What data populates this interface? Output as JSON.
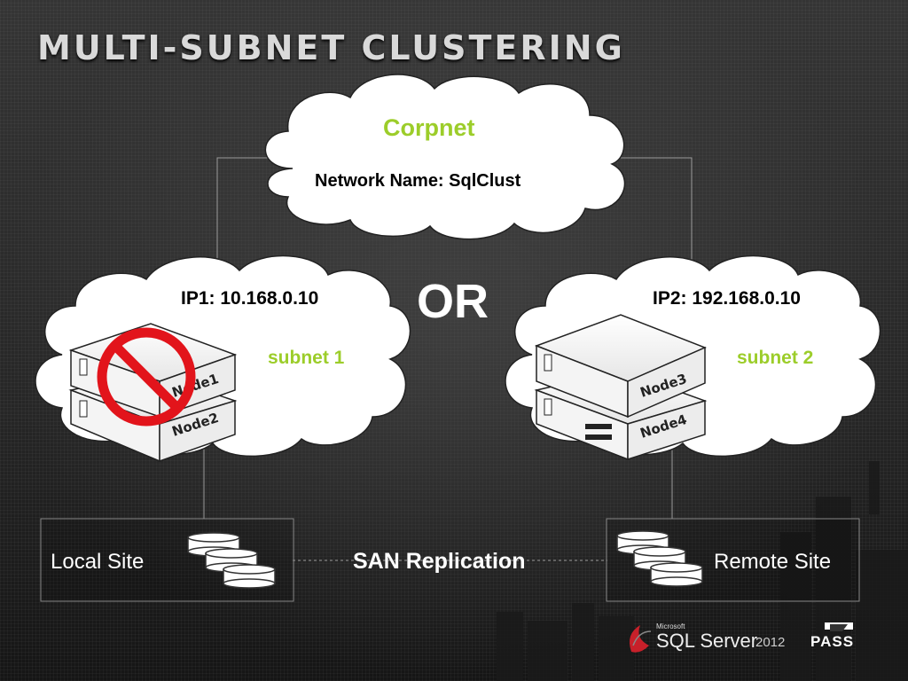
{
  "title": "MULTI-SUBNET CLUSTERING",
  "corpnet": {
    "title": "Corpnet",
    "network_name": "Network Name: SqlClust"
  },
  "or_label": "OR",
  "subnet_left": {
    "ip": "IP1: 10.168.0.10",
    "subnet": "subnet 1",
    "nodes": [
      "Node1",
      "Node2"
    ],
    "status": "failed (prohibited sign)"
  },
  "subnet_right": {
    "ip": "IP2: 192.168.0.10",
    "subnet": "subnet 2",
    "nodes": [
      "Node3",
      "Node4"
    ]
  },
  "local_site": "Local Site",
  "remote_site": "Remote Site",
  "replication": "SAN Replication",
  "logo": {
    "microsoft": "Microsoft",
    "product": "SQL Server",
    "year": "2012",
    "pass": "PASS"
  },
  "colors": {
    "accent_green": "#9ccd2a",
    "prohibited_red": "#e2141b",
    "cloud_fill": "#ffffff"
  }
}
